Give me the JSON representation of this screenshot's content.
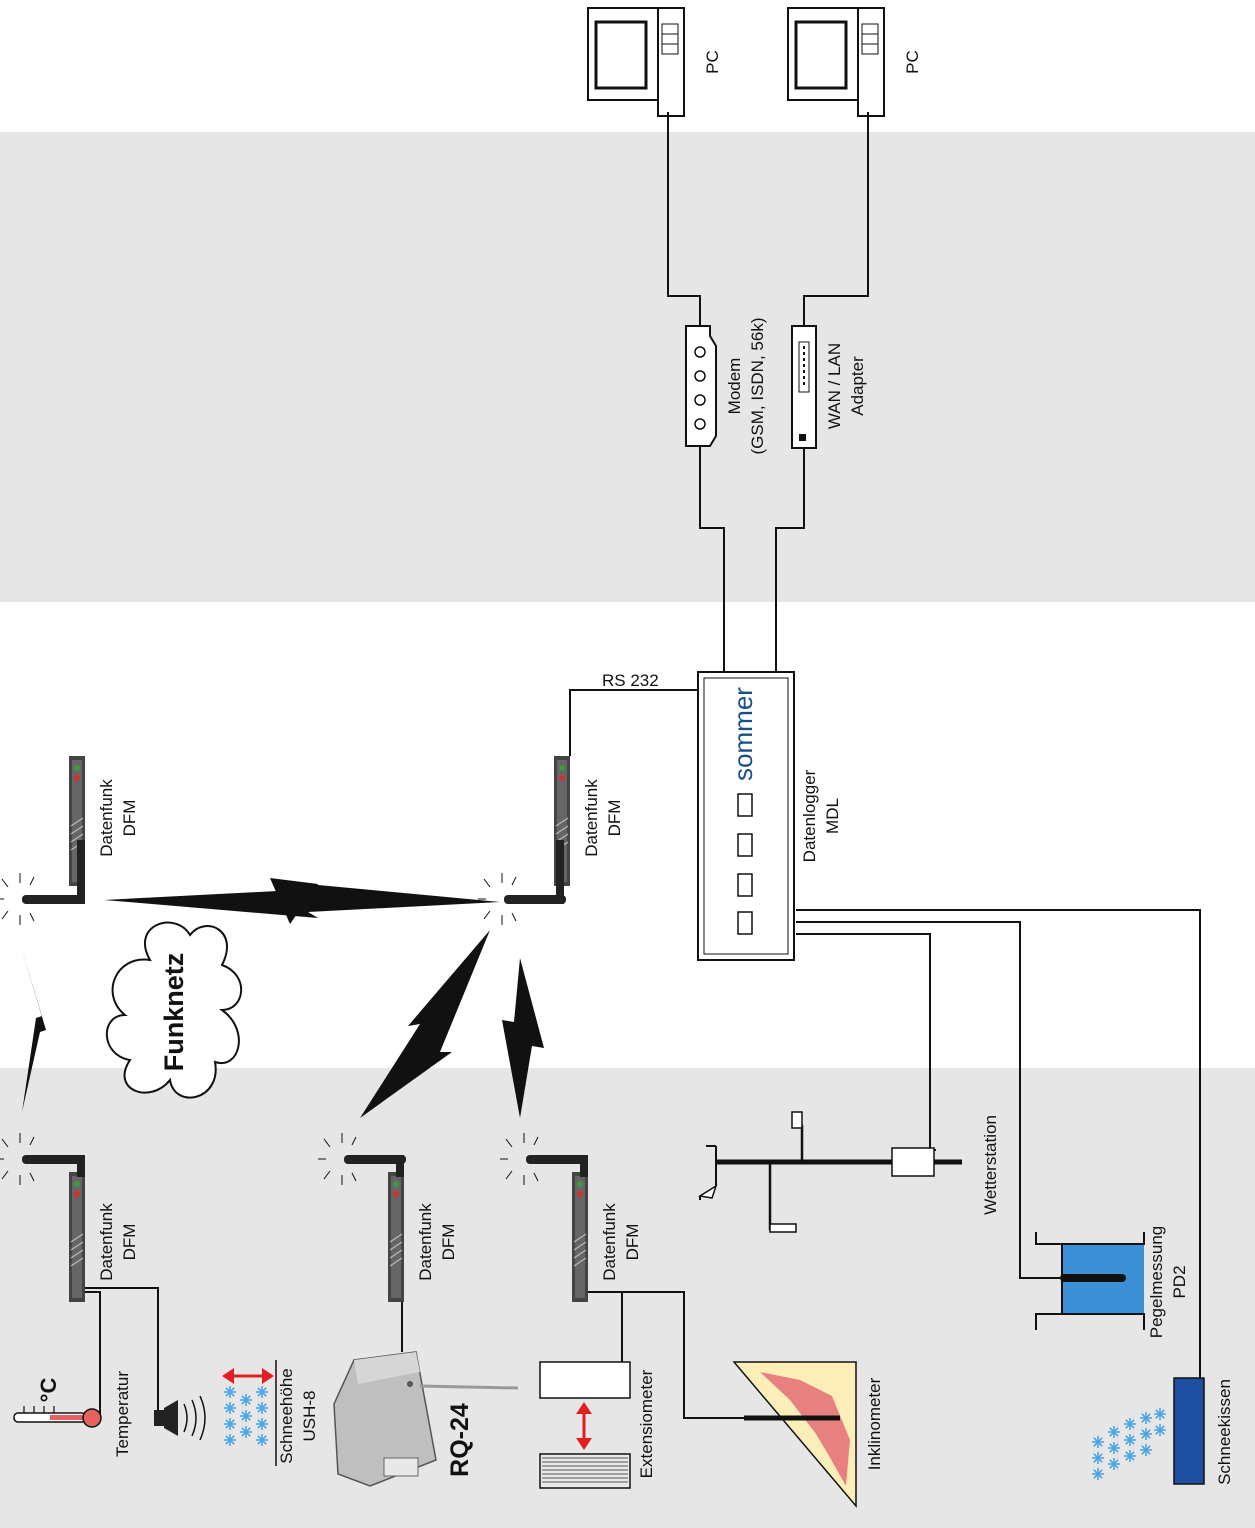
{
  "labels": {
    "pc_1": "PC",
    "pc_2": "PC",
    "modem_line1": "Modem",
    "modem_line2": "(GSM, ISDN, 56k)",
    "wan_line1": "WAN / LAN",
    "wan_line2": "Adapter",
    "rs232": "RS 232",
    "logger_line1": "Datenlogger",
    "logger_line2": "MDL",
    "logger_brand": "sommer",
    "dfm_line1": "Datenfunk",
    "dfm_line2": "DFM",
    "funknetz": "Funknetz",
    "wetterstation": "Wetterstation",
    "pegel_line1": "Pegelmessung",
    "pegel_line2": "PD2",
    "schneekissen": "Schneekissen",
    "temperatur": "Temperatur",
    "temp_unit": "°C",
    "schneehoehe_line1": "Schneehöhe",
    "schneehoehe_line2": "USH-8",
    "rq24": "RQ-24",
    "extensiometer": "Extensiometer",
    "inklinometer": "Inklinometer"
  },
  "colors": {
    "band_gray": "#e6e6e6",
    "water_blue": "#3d8fd6",
    "pillow_blue": "#1f4fa0",
    "incline_fill": "#fbeeb8",
    "incline_red": "#e88080",
    "arrow_red": "#e02020",
    "snow_blue": "#4aa4e8"
  }
}
